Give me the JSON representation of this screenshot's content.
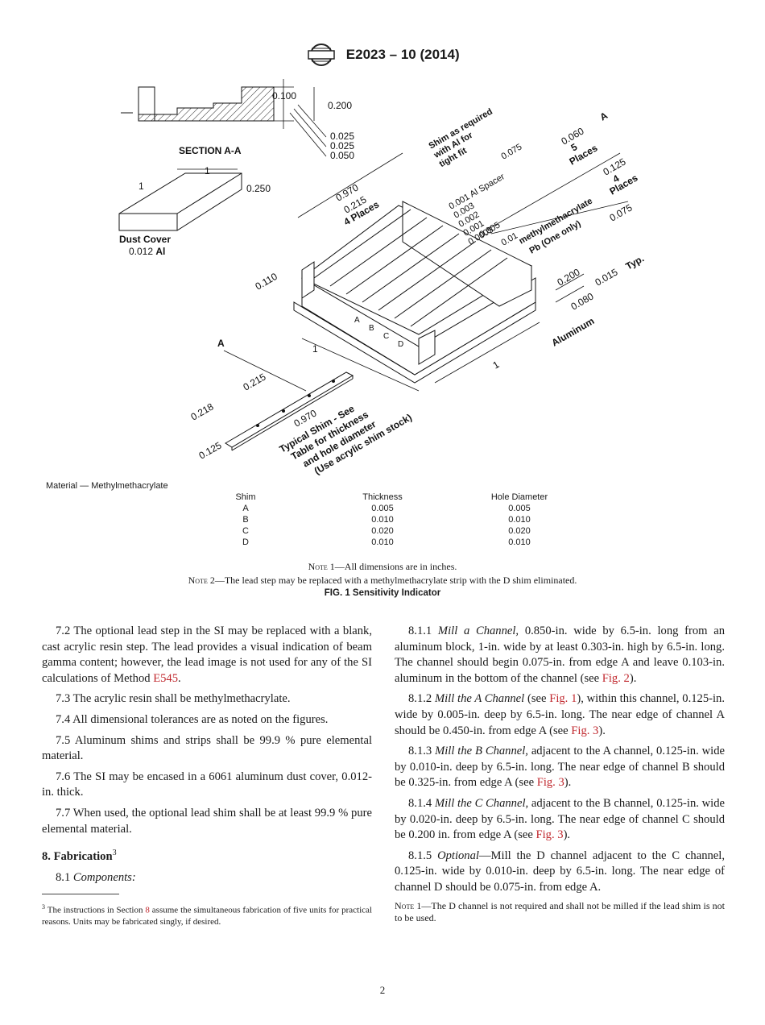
{
  "header": {
    "logo_text": "ASTM",
    "title": "E2023 – 10 (2014)"
  },
  "figure": {
    "section_label": "SECTION A-A",
    "section_dims": [
      "0.100",
      "0.200",
      "0.025",
      "0.025",
      "0.050"
    ],
    "dust_cover": {
      "label": "Dust Cover",
      "material_prefix": "0.012 ",
      "material_bold": "Al",
      "dims": [
        "1",
        "1",
        "0.250"
      ]
    },
    "main_dims": {
      "d0970": "0.970",
      "d0215": "0.215",
      "places4a": "4 Places",
      "d0110": "0.110",
      "d0075": "0.075",
      "d0060": "0.060",
      "places5": "5",
      "places5w": "Places",
      "d0125": "0.125",
      "places4b": "4",
      "places4bw": "Places",
      "d0075b": "0.075",
      "d0200": "0.200",
      "d0015": "0.015",
      "typ": "Typ.",
      "d0080": "0.080",
      "one_a": "1",
      "one_b": "1"
    },
    "shim_note": [
      "Shim as required",
      "with Al for",
      "tight fit"
    ],
    "spacer_list": [
      "0.001 Al Spacer",
      "0.003",
      "0.002",
      "0.001",
      "0.0005",
      "0.005",
      "0.01",
      "methylmethacrylate",
      "Pb (One only)"
    ],
    "aluminum_label": "Aluminum",
    "section_marker": "A",
    "channel_letters": [
      "A",
      "B",
      "C",
      "D"
    ],
    "typical_shim": {
      "dims": [
        "0.215",
        "0.218",
        "0.970",
        "0.125"
      ],
      "label": [
        "Typical Shim - See",
        "Table for thickness",
        "and hole diameter",
        "(Use acrylic shim stock)"
      ]
    }
  },
  "material_label": "Material — Methylmethacrylate",
  "shim_table": {
    "headers": [
      "Shim",
      "Thickness",
      "Hole Diameter"
    ],
    "rows": [
      [
        "A",
        "0.005",
        "0.005"
      ],
      [
        "B",
        "0.010",
        "0.010"
      ],
      [
        "C",
        "0.020",
        "0.020"
      ],
      [
        "D",
        "0.010",
        "0.010"
      ]
    ]
  },
  "notes": {
    "note1_label": "Note 1",
    "note1_text": "—All dimensions are in inches.",
    "note2_label": "Note 2",
    "note2_text": "—The lead step may be replaced with a methylmethacrylate strip with the D shim eliminated."
  },
  "figure_caption": "FIG. 1 Sensitivity Indicator",
  "left_column": {
    "p72a": "7.2 The optional lead step in the SI may be replaced with a blank, cast acrylic resin step. The lead provides a visual indication of beam gamma content; however, the lead image is not used for any of the SI calculations of Method ",
    "p72link": "E545",
    "p72end": ".",
    "p73": "7.3 The acrylic resin shall be methylmethacrylate.",
    "p74": "7.4 All dimensional tolerances are as noted on the figures.",
    "p75": "7.5 Aluminum shims and strips shall be 99.9 % pure elemental material.",
    "p76": "7.6 The SI may be encased in a 6061 aluminum dust cover, 0.012-in. thick.",
    "p77": "7.7 When used, the optional lead shim shall be at least 99.9 % pure elemental material.",
    "sec8": "8. Fabrication",
    "sec8sup": "3",
    "p81num": "8.1 ",
    "p81em": "Components:"
  },
  "footnote": {
    "sup": "3",
    "text_a": " The instructions in Section ",
    "link": "8",
    "text_b": " assume the simultaneous fabrication of five units for practical reasons. Units may be fabricated singly, if desired."
  },
  "right_column": {
    "p811num": "8.1.1 ",
    "p811em": "Mill a Channel,",
    "p811": " 0.850-in. wide by 6.5-in. long from an aluminum block, 1-in. wide by at least 0.303-in. high by 6.5-in. long. The channel should begin 0.075-in. from edge A and leave 0.103-in. aluminum in the bottom of the channel (see ",
    "p811link": "Fig. 2",
    "p811end": ").",
    "p812num": "8.1.2 ",
    "p812em": "Mill the A Channel",
    "p812a": " (see ",
    "p812link1": "Fig. 1",
    "p812b": "), within this channel, 0.125-in. wide by 0.005-in. deep by 6.5-in. long. The near edge of channel A should be 0.450-in. from edge A (see ",
    "p812link2": "Fig. 3",
    "p812end": ").",
    "p813num": "8.1.3 ",
    "p813em": "Mill the B Channel,",
    "p813": " adjacent to the A channel, 0.125-in. wide by 0.010-in. deep by 6.5-in. long. The near edge of channel B should be 0.325-in. from edge A (see ",
    "p813link": "Fig. 3",
    "p813end": ").",
    "p814num": "8.1.4 ",
    "p814em": "Mill the C Channel,",
    "p814": " adjacent to the B channel, 0.125-in. wide by 0.020-in. deep by 6.5-in. long. The near edge of channel C should be 0.200 in. from edge A (see ",
    "p814link": "Fig. 3",
    "p814end": ").",
    "p815num": "8.1.5 ",
    "p815em": "Optional",
    "p815": "—Mill the D channel adjacent to the C channel, 0.125-in. wide by 0.010-in. deep by 6.5-in. long. The near edge of channel D should be 0.075-in. from edge A.",
    "note1_label": "Note 1",
    "note1_text": "—The D channel is not required and shall not be milled if the lead shim is not to be used."
  },
  "page_number": "2"
}
